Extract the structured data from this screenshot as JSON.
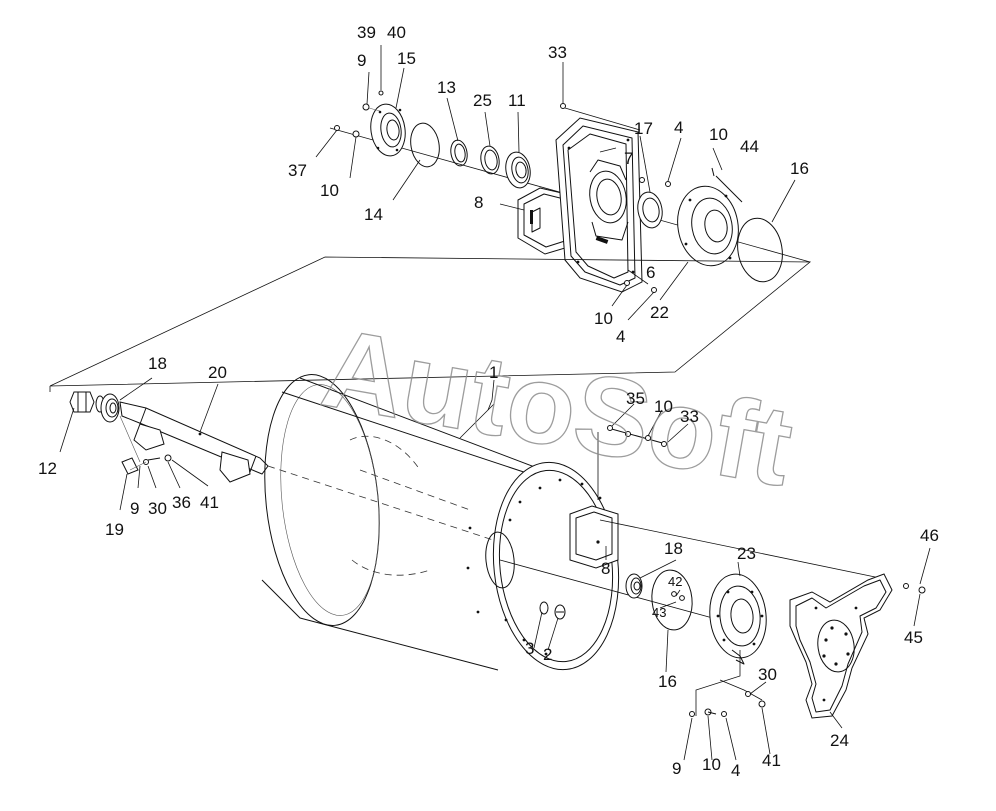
{
  "watermark": {
    "text": "AutoSoft"
  },
  "callouts": [
    {
      "id": "c39",
      "text": "39"
    },
    {
      "id": "c40",
      "text": "40"
    },
    {
      "id": "c9a",
      "text": "9"
    },
    {
      "id": "c15",
      "text": "15"
    },
    {
      "id": "c13",
      "text": "13"
    },
    {
      "id": "c25",
      "text": "25"
    },
    {
      "id": "c11",
      "text": "11"
    },
    {
      "id": "c33a",
      "text": "33"
    },
    {
      "id": "c17",
      "text": "17"
    },
    {
      "id": "c4a",
      "text": "4"
    },
    {
      "id": "c10a",
      "text": "10"
    },
    {
      "id": "c44",
      "text": "44"
    },
    {
      "id": "c7",
      "text": "7"
    },
    {
      "id": "c37",
      "text": "37"
    },
    {
      "id": "c10b",
      "text": "10"
    },
    {
      "id": "c14",
      "text": "14"
    },
    {
      "id": "c8a",
      "text": "8"
    },
    {
      "id": "c16a",
      "text": "16"
    },
    {
      "id": "c6",
      "text": "6"
    },
    {
      "id": "c10c",
      "text": "10"
    },
    {
      "id": "c22",
      "text": "22"
    },
    {
      "id": "c4b",
      "text": "4"
    },
    {
      "id": "c18a",
      "text": "18"
    },
    {
      "id": "c20",
      "text": "20"
    },
    {
      "id": "c1",
      "text": "1"
    },
    {
      "id": "c35",
      "text": "35"
    },
    {
      "id": "c10d",
      "text": "10"
    },
    {
      "id": "c33b",
      "text": "33"
    },
    {
      "id": "c12",
      "text": "12"
    },
    {
      "id": "c9b",
      "text": "9"
    },
    {
      "id": "c30a",
      "text": "30"
    },
    {
      "id": "c36",
      "text": "36"
    },
    {
      "id": "c41a",
      "text": "41"
    },
    {
      "id": "c19",
      "text": "19"
    },
    {
      "id": "c46",
      "text": "46"
    },
    {
      "id": "c23",
      "text": "23"
    },
    {
      "id": "c18b",
      "text": "18"
    },
    {
      "id": "c8b",
      "text": "8"
    },
    {
      "id": "c42",
      "text": "42"
    },
    {
      "id": "c43",
      "text": "43"
    },
    {
      "id": "c45",
      "text": "45"
    },
    {
      "id": "c3",
      "text": "3"
    },
    {
      "id": "c2",
      "text": "2"
    },
    {
      "id": "c16b",
      "text": "16"
    },
    {
      "id": "c30b",
      "text": "30"
    },
    {
      "id": "c24",
      "text": "24"
    },
    {
      "id": "c9c",
      "text": "9"
    },
    {
      "id": "c10e",
      "text": "10"
    },
    {
      "id": "c4c",
      "text": "4"
    },
    {
      "id": "c41b",
      "text": "41"
    }
  ]
}
